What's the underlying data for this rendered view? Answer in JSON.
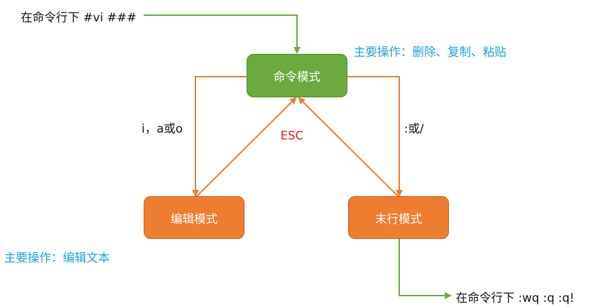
{
  "nodes": {
    "command_mode": "命令模式",
    "edit_mode": "编辑模式",
    "lastline_mode": "末行模式"
  },
  "labels": {
    "start_cmd": "在命令行下 #vi ###",
    "command_ops": "主要操作：删除、复制、粘贴",
    "edit_ops": "主要操作：编辑文本",
    "to_edit": "i，a或o",
    "to_lastline": ":或/",
    "esc": "ESC",
    "exit_cmd": "在命令行下 :wq  :q  :q!"
  },
  "colors": {
    "green": "#6aaa3f",
    "orange": "#ed7d31",
    "blue_text": "#1fa3d8",
    "red_text": "#e02020"
  }
}
